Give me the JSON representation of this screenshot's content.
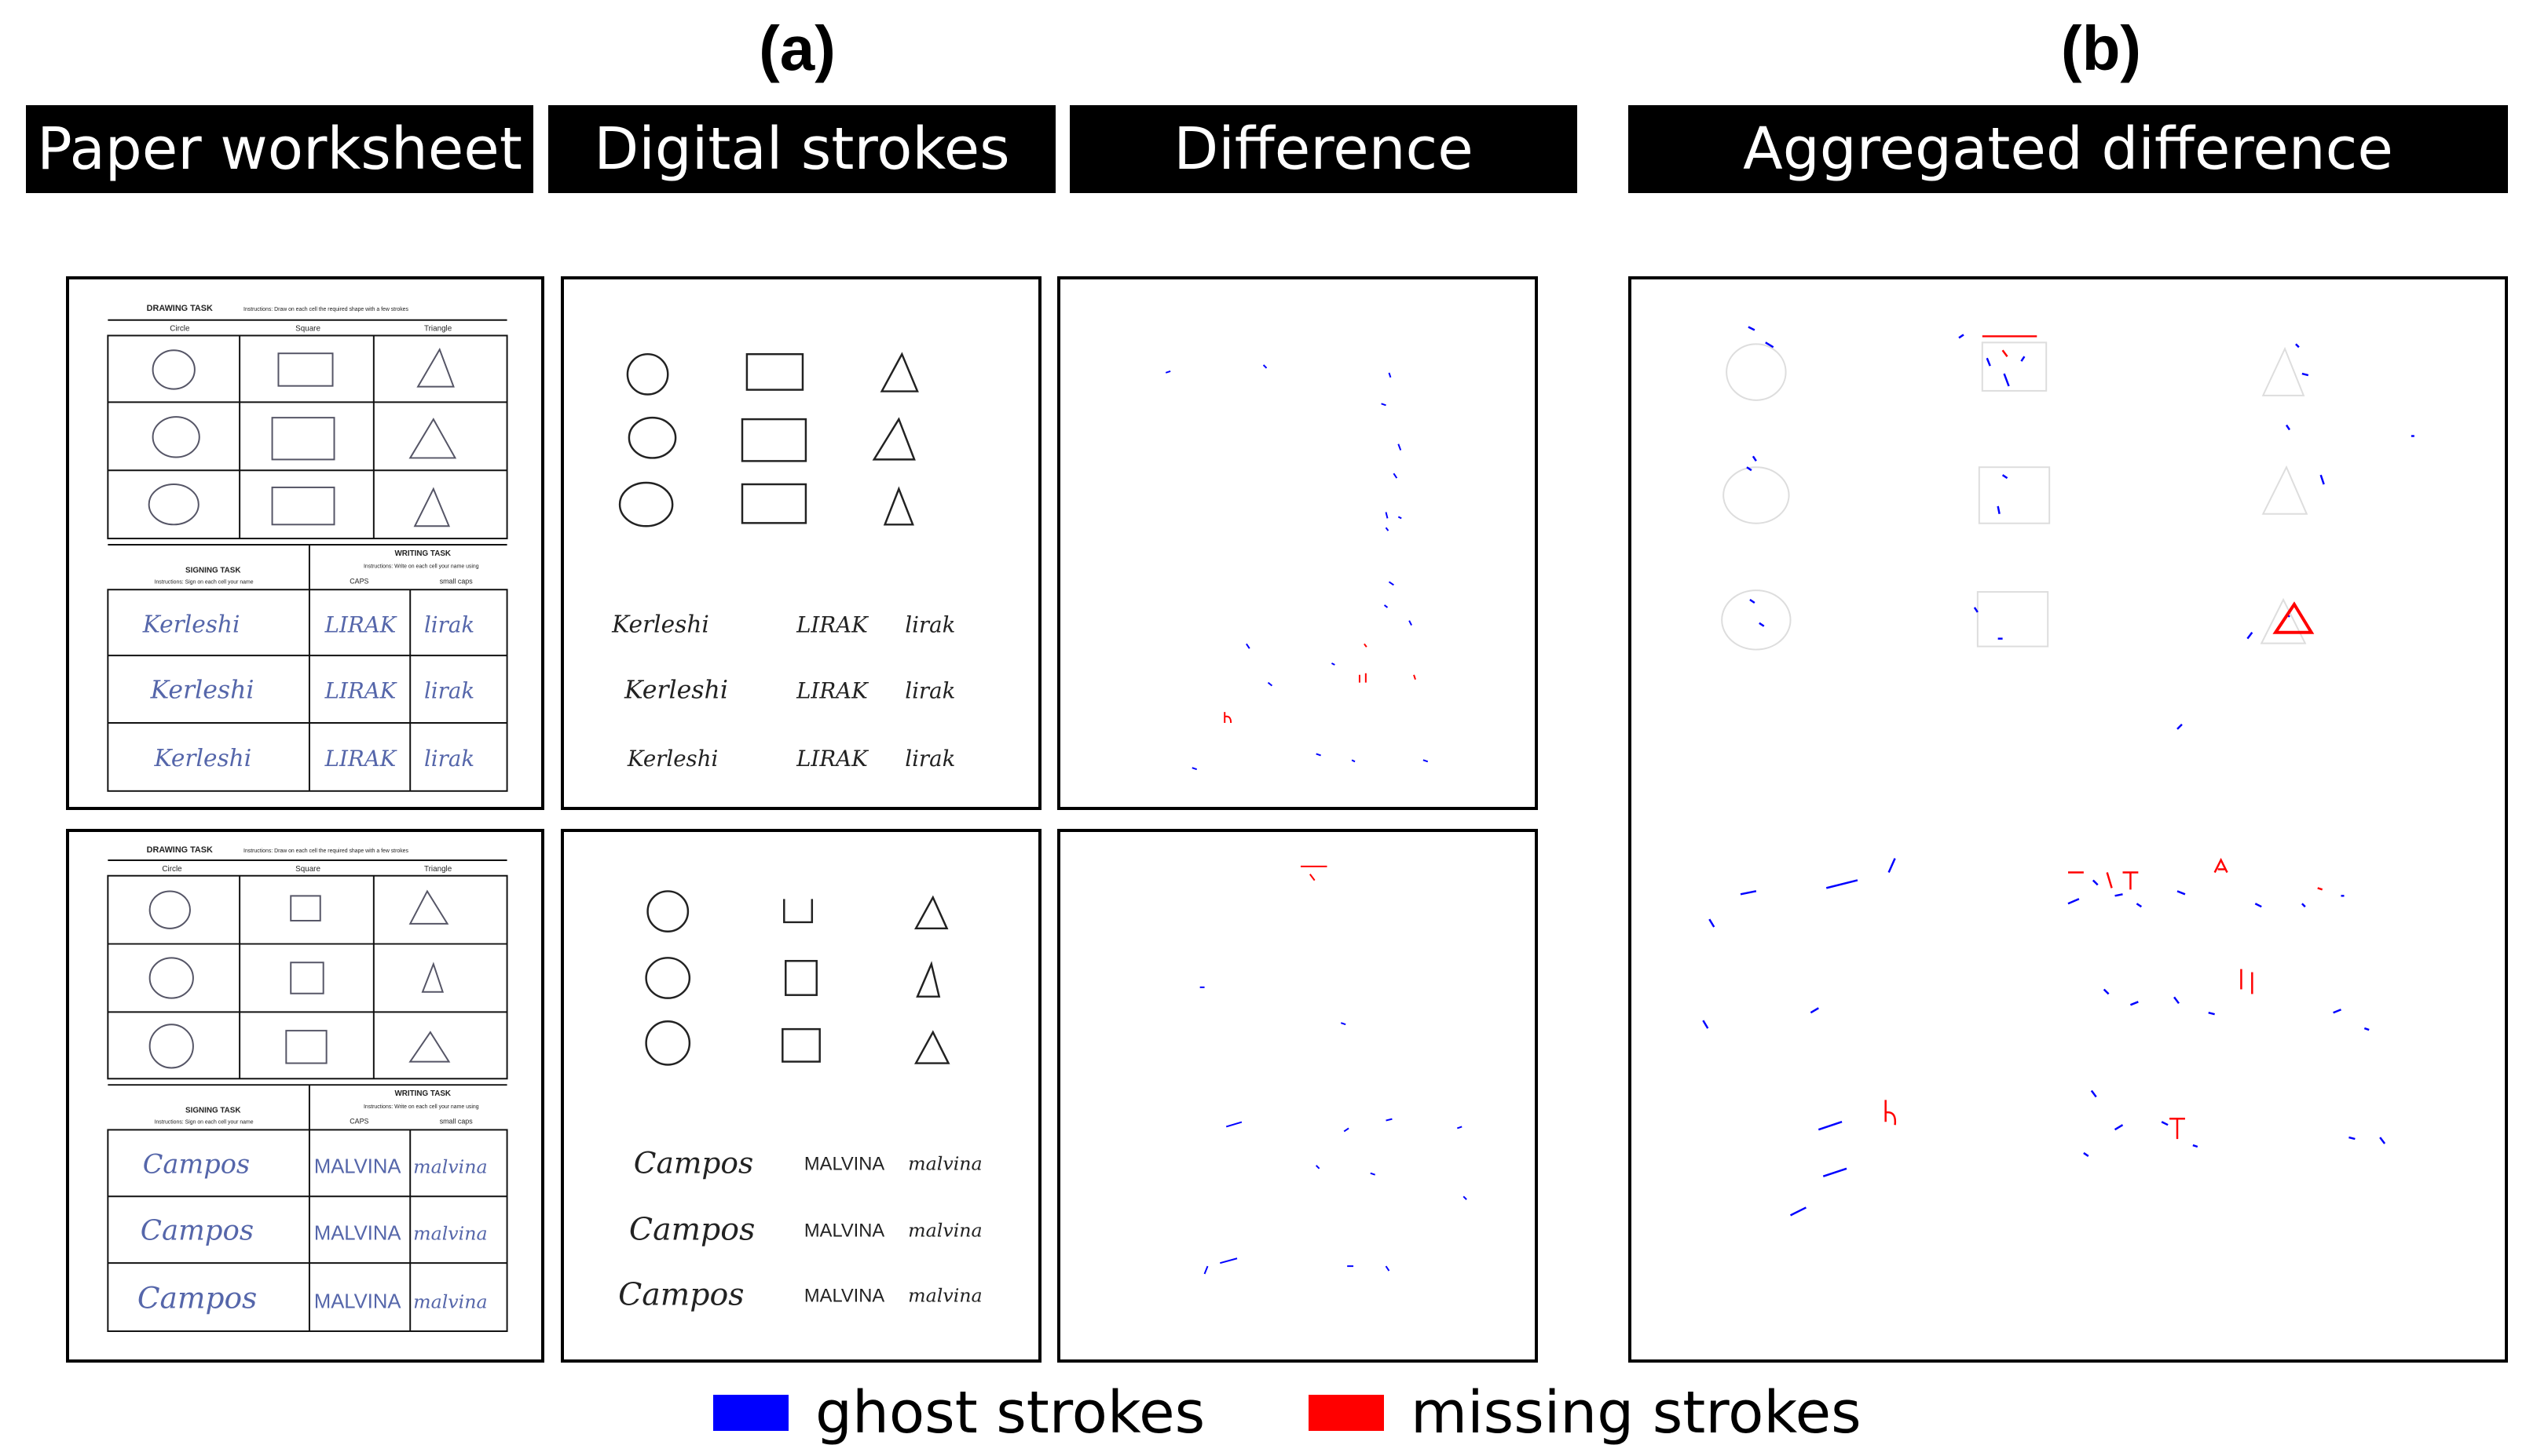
{
  "panels": {
    "a": "(a)",
    "b": "(b)"
  },
  "headers": {
    "paper": "Paper worksheet",
    "digital": "Digital strokes",
    "difference": "Difference",
    "aggregated": "Aggregated difference"
  },
  "worksheet": {
    "drawing_task": "DRAWING TASK",
    "drawing_instr": "Instructions: Draw on each cell the required shape with a few strokes",
    "shapes": [
      "Circle",
      "Square",
      "Triangle"
    ],
    "signing_task": "SIGNING TASK",
    "signing_instr": "Instructions: Sign on each cell your name",
    "writing_task": "WRITING TASK",
    "writing_instr": "Instructions: Write on each cell your name using",
    "caps": "CAPS",
    "small_caps": "small caps"
  },
  "participants": [
    {
      "signature": "Kerleshi",
      "caps": "LIRAK",
      "small": "lirak"
    },
    {
      "signature": "Campos",
      "caps": "MALVINA",
      "small": "malvina"
    }
  ],
  "legend": {
    "ghost_label": "ghost strokes",
    "ghost_color": "#0000ff",
    "missing_label": "missing strokes",
    "missing_color": "#ff0000"
  }
}
